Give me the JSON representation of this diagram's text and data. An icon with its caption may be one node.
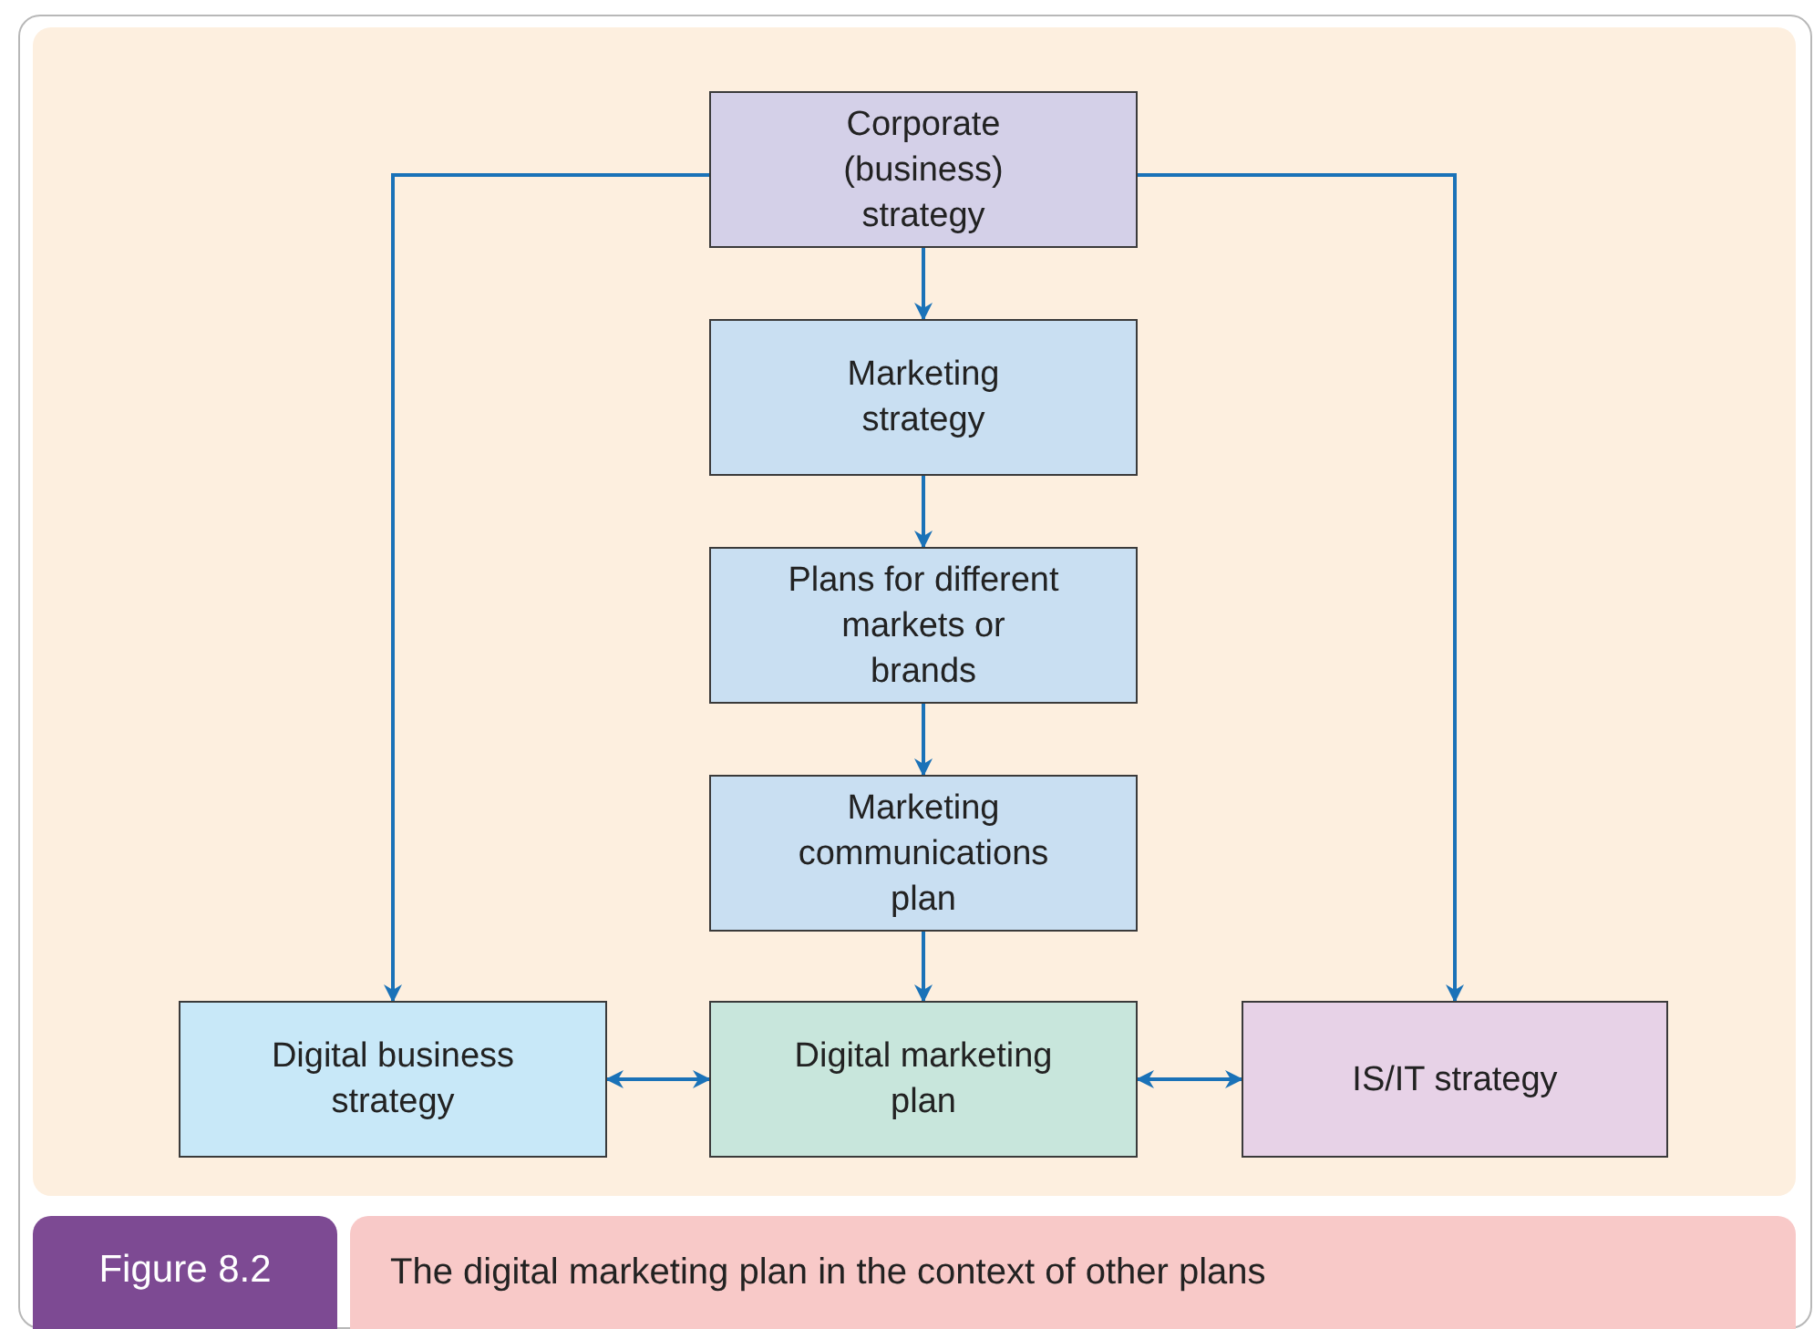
{
  "diagram": {
    "caption": "The digital marketing plan in the context of other plans",
    "nodes": [
      {
        "text": [
          "Corporate (business) strategy"
        ]
      },
      {
        "text": [
          "Marketing strategy"
        ]
      },
      {
        "text": [
          "Plans for different markets or brands"
        ]
      },
      {
        "text": [
          "Marketing communications plan"
        ]
      },
      {
        "text": [
          "Digital business strategy"
        ]
      },
      {
        "text": [
          "Digital marketing plan"
        ]
      },
      {
        "text": [
          "IS/IT strategy"
        ]
      }
    ],
    "edges": [
      {
        "from": 0,
        "to": 1,
        "arrow": "to"
      },
      {
        "from": 1,
        "to": 2,
        "arrow": "to"
      },
      {
        "from": 2,
        "to": 3,
        "arrow": "to"
      },
      {
        "from": 3,
        "to": 5,
        "arrow": "to"
      },
      {
        "from": 0,
        "to": 4,
        "arrow": "to"
      },
      {
        "from": 0,
        "to": 6,
        "arrow": "to"
      },
      {
        "from": 4,
        "to": 5,
        "arrow": "both"
      },
      {
        "from": 5,
        "to": 6,
        "arrow": "both"
      }
    ],
    "labels": [
      "Figure 8.2"
    ]
  }
}
